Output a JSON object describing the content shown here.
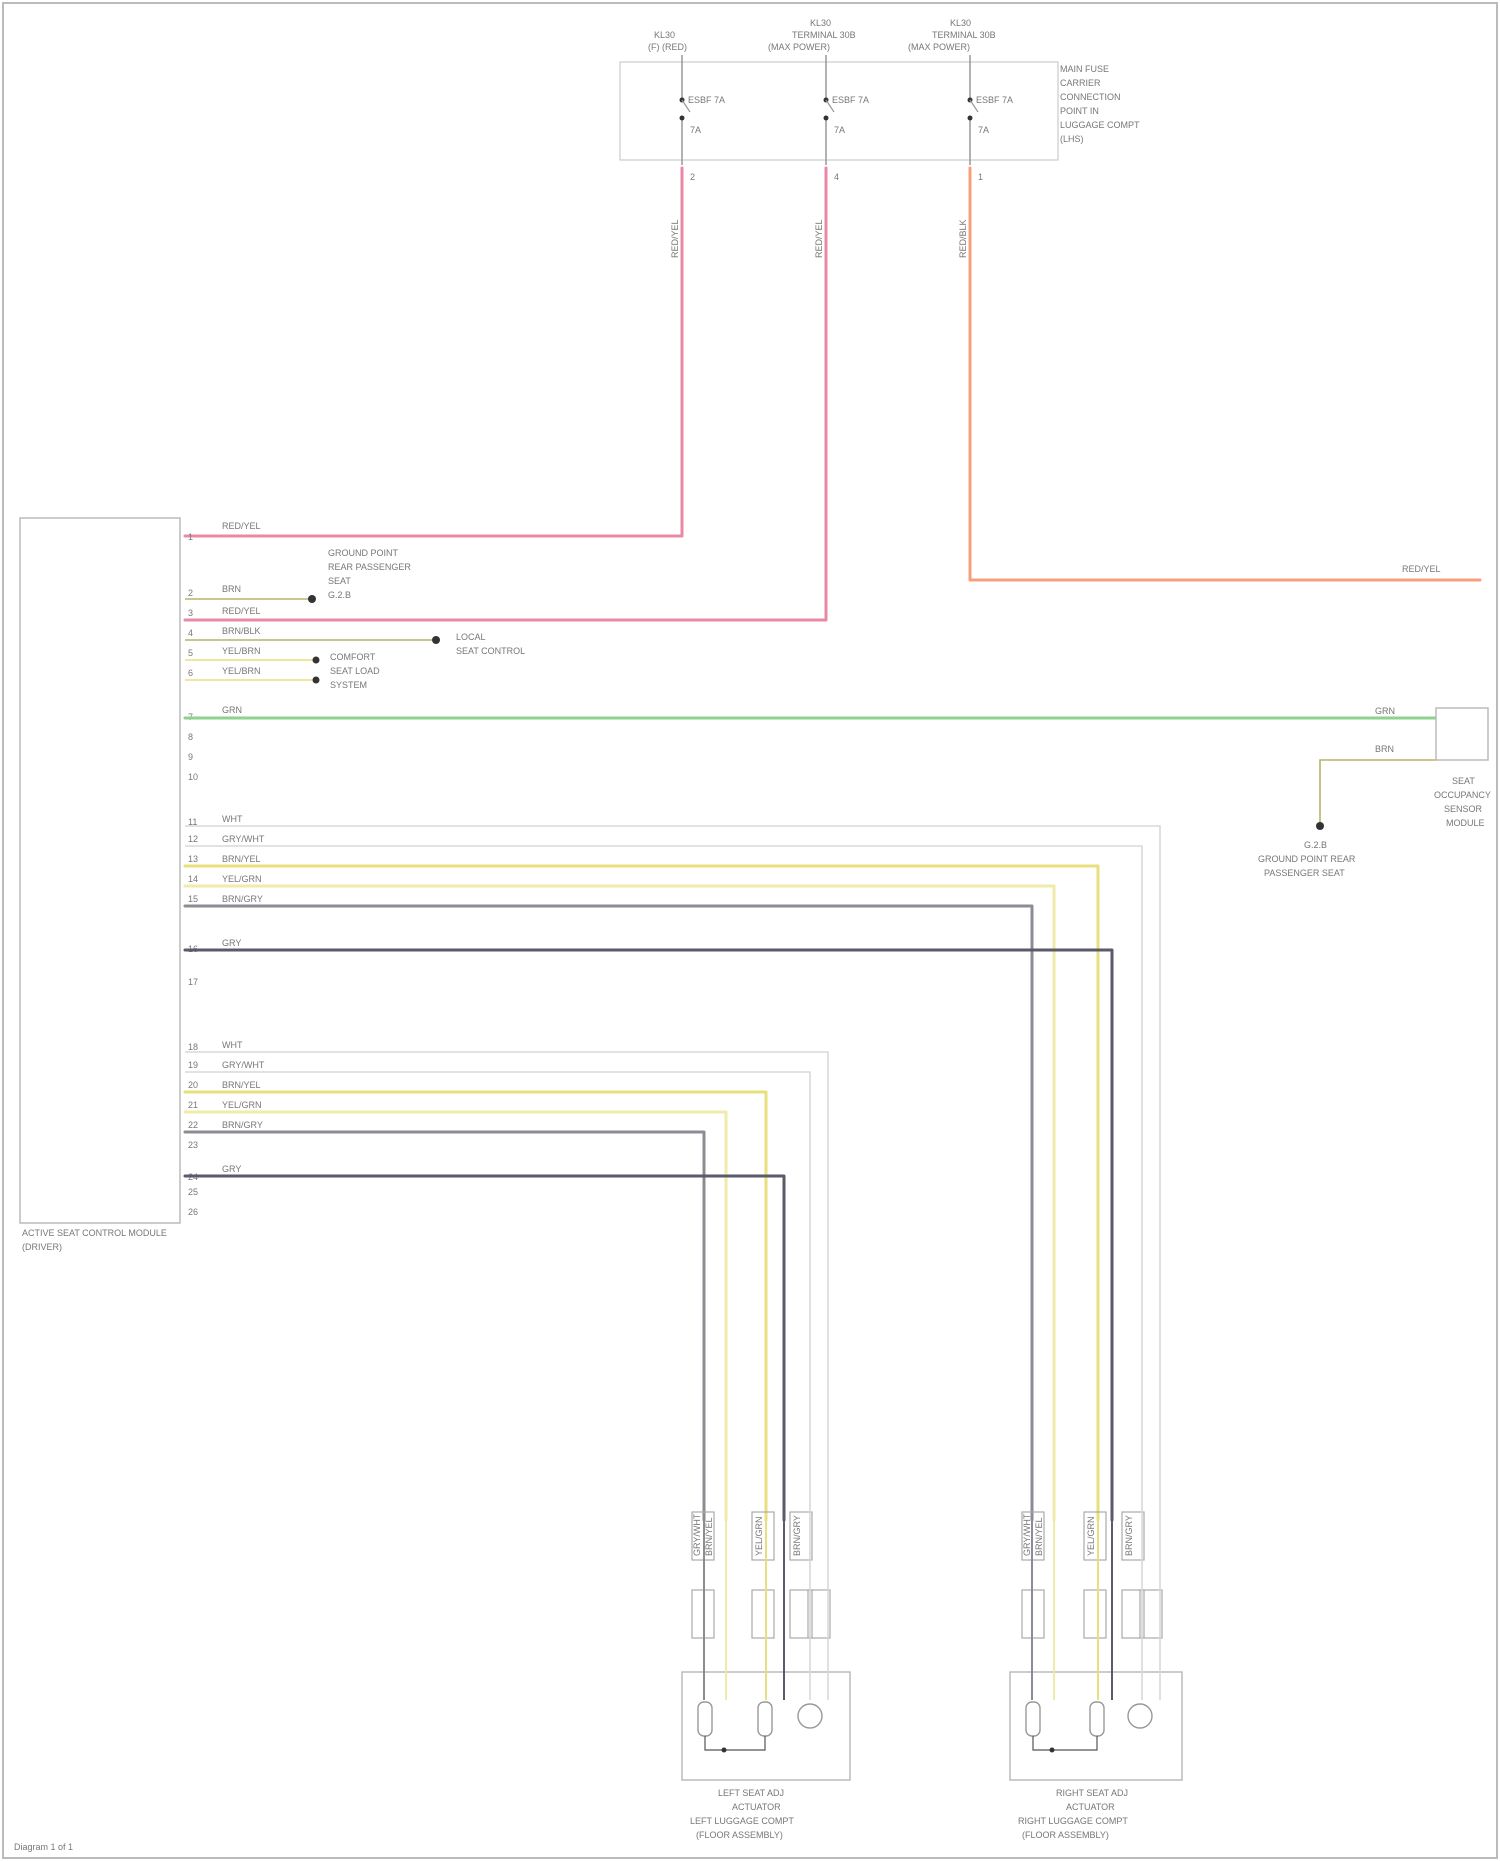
{
  "colors": {
    "pink": "#e98aa4",
    "orange": "#f4a07c",
    "green": "#8fd18f",
    "olive": "#b9b36a",
    "yellow": "#e8e07e",
    "light_yellow": "#efeba8",
    "dark_gray": "#5a5a6a",
    "gray": "#8c8c94",
    "light_gray": "#d8d8d8"
  },
  "fuse_box": {
    "label_lines": [
      "MAIN FUSE",
      "CARRIER",
      "CONNECTION",
      "POINT IN",
      "LUGGAGE COMPT",
      "(LHS)"
    ],
    "fuses": [
      {
        "header": [
          "KL30",
          "(F) (RED)"
        ],
        "rating": "ESBF 7A",
        "amp": "7A",
        "pin": "2"
      },
      {
        "header": [
          "KL30",
          "TERMINAL 30B",
          "(MAX POWER)"
        ],
        "rating": "ESBF 7A",
        "amp": "7A",
        "pin": "4"
      },
      {
        "header": [
          "KL30",
          "TERMINAL 30B",
          "(MAX POWER)"
        ],
        "rating": "ESBF 7A",
        "amp": "7A",
        "pin": "1"
      }
    ],
    "wire_tags": [
      "RED/YEL",
      "RED/YEL",
      "RED/BLK"
    ]
  },
  "control_module": {
    "label_lines": [
      "ACTIVE SEAT CONTROL MODULE",
      "(DRIVER)"
    ],
    "wires": {
      "power": "RED/YEL",
      "ground": "BRN",
      "power2": "RED/YEL",
      "signal": "BRN/BLK",
      "yel1": "YEL/BRN",
      "yel2": "YEL/BRN",
      "bus": "GRN",
      "g1_top": "WHT",
      "g1_a": "GRY/WHT",
      "g1_b": "BRN/YEL",
      "g1_c": "YEL/GRN",
      "g1_d": "BRN/GRY",
      "g1_e": "GRY",
      "g2_top": "WHT",
      "g2_a": "GRY/WHT",
      "g2_b": "BRN/YEL",
      "g2_c": "YEL/GRN",
      "g2_d": "BRN/GRY",
      "g2_e": "GRY"
    },
    "pins": [
      "1",
      "2",
      "3",
      "4",
      "5",
      "6",
      "7",
      "8",
      "9",
      "10",
      "11",
      "12",
      "13",
      "14",
      "15",
      "16",
      "17",
      "18",
      "19",
      "20",
      "21",
      "22",
      "23",
      "24",
      "25",
      "26"
    ]
  },
  "annotations": {
    "ground_note": [
      "GROUND POINT",
      "REAR PASSENGER",
      "SEAT",
      "G.2.B"
    ],
    "bus_note": [
      "LOCAL",
      "SEAT CONTROL"
    ],
    "comfort_note": [
      "COMFORT",
      "SEAT LOAD",
      "SYSTEM"
    ],
    "right_power_tag": "RED/YEL",
    "sensor_tags": [
      "GRN",
      "BRN"
    ],
    "sensor_label": [
      "SEAT",
      "OCCUPANCY",
      "SENSOR",
      "MODULE"
    ],
    "sensor_ground": [
      "G.2.B",
      "GROUND POINT REAR",
      "PASSENGER SEAT"
    ]
  },
  "seats": [
    {
      "label_lines": [
        "LEFT SEAT ADJ",
        "ACTUATOR",
        "LEFT LUGGAGE COMPT",
        "(FLOOR ASSEMBLY)"
      ],
      "conn_tags": [
        "GRY/WHT",
        "BRN/YEL",
        "YEL/GRN",
        "BRN/GRY"
      ]
    },
    {
      "label_lines": [
        "RIGHT SEAT ADJ",
        "ACTUATOR",
        "RIGHT LUGGAGE COMPT",
        "(FLOOR ASSEMBLY)"
      ],
      "conn_tags": [
        "GRY/WHT",
        "BRN/YEL",
        "YEL/GRN",
        "BRN/GRY"
      ]
    }
  ],
  "footer": "Diagram 1 of 1"
}
